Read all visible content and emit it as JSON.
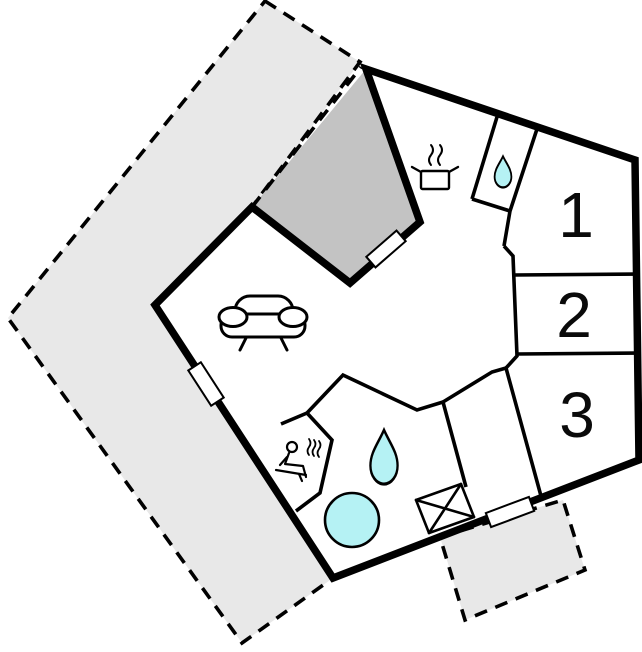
{
  "floorplan": {
    "rooms": [
      {
        "label": "1"
      },
      {
        "label": "2"
      },
      {
        "label": "3"
      }
    ],
    "colors": {
      "terrace": "#e8e8e8",
      "covered_terrace": "#c3c3c3",
      "water": "#b5f2f4",
      "wall": "#000000"
    },
    "icons": {
      "kitchen": "cooking-pot-icon",
      "living_room": "sofa-icon",
      "sauna": "sauna-person-icon",
      "bathroom_drop": "water-drop-icon",
      "wc_drop": "water-drop-icon",
      "hot_tub": "round-tub-icon",
      "shower": "crossed-box-icon"
    }
  }
}
